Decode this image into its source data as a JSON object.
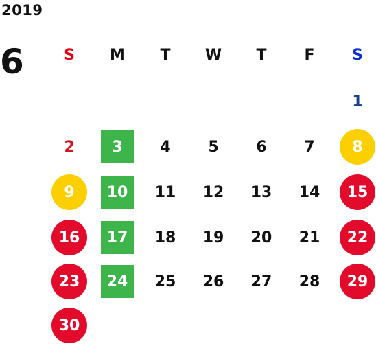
{
  "year": "2019",
  "month": "6",
  "weekdays": [
    "S",
    "M",
    "T",
    "W",
    "T",
    "F",
    "S"
  ],
  "colors": {
    "sunday_header": "#e60012",
    "saturday_header": "#0b2fd6",
    "holiday_red": "#e30b2c",
    "event_yellow": "#fcd000",
    "highlight_green": "#3db54a"
  },
  "weeks": [
    [
      {
        "day": "",
        "style": "none"
      },
      {
        "day": "",
        "style": "none"
      },
      {
        "day": "",
        "style": "none"
      },
      {
        "day": "",
        "style": "none"
      },
      {
        "day": "",
        "style": "none"
      },
      {
        "day": "",
        "style": "none"
      },
      {
        "day": "1",
        "style": "sat-plain"
      }
    ],
    [
      {
        "day": "2",
        "style": "sun-plain"
      },
      {
        "day": "3",
        "style": "green-square"
      },
      {
        "day": "4",
        "style": "plain"
      },
      {
        "day": "5",
        "style": "plain"
      },
      {
        "day": "6",
        "style": "plain"
      },
      {
        "day": "7",
        "style": "plain"
      },
      {
        "day": "8",
        "style": "yellow-circle"
      }
    ],
    [
      {
        "day": "9",
        "style": "yellow-circle"
      },
      {
        "day": "10",
        "style": "green-square"
      },
      {
        "day": "11",
        "style": "plain"
      },
      {
        "day": "12",
        "style": "plain"
      },
      {
        "day": "13",
        "style": "plain"
      },
      {
        "day": "14",
        "style": "plain"
      },
      {
        "day": "15",
        "style": "red-circle"
      }
    ],
    [
      {
        "day": "16",
        "style": "red-circle"
      },
      {
        "day": "17",
        "style": "green-square"
      },
      {
        "day": "18",
        "style": "plain"
      },
      {
        "day": "19",
        "style": "plain"
      },
      {
        "day": "20",
        "style": "plain"
      },
      {
        "day": "21",
        "style": "plain"
      },
      {
        "day": "22",
        "style": "red-circle"
      }
    ],
    [
      {
        "day": "23",
        "style": "red-circle"
      },
      {
        "day": "24",
        "style": "green-square"
      },
      {
        "day": "25",
        "style": "plain"
      },
      {
        "day": "26",
        "style": "plain"
      },
      {
        "day": "27",
        "style": "plain"
      },
      {
        "day": "28",
        "style": "plain"
      },
      {
        "day": "29",
        "style": "red-circle"
      }
    ],
    [
      {
        "day": "30",
        "style": "red-circle"
      },
      {
        "day": "",
        "style": "none"
      },
      {
        "day": "",
        "style": "none"
      },
      {
        "day": "",
        "style": "none"
      },
      {
        "day": "",
        "style": "none"
      },
      {
        "day": "",
        "style": "none"
      },
      {
        "day": "",
        "style": "none"
      }
    ]
  ]
}
